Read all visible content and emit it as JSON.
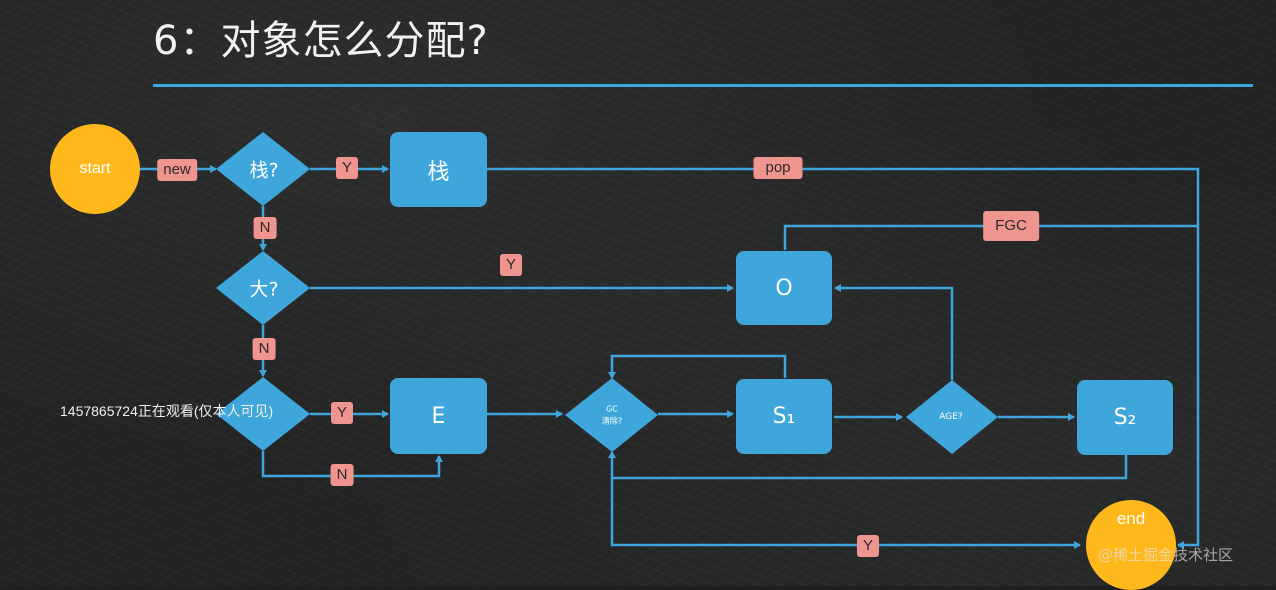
{
  "title": "6：对象怎么分配?",
  "nodes": {
    "start": "start",
    "end": "end",
    "stack_q": "栈?",
    "big_q": "大?",
    "stack_box": "栈",
    "old_box": "O",
    "eden_box": "E",
    "s1_box": "S₁",
    "s2_box": "S₂",
    "gc_q_line1": "GC",
    "gc_q_line2": "清除?",
    "age_q": "AGE?"
  },
  "labels": {
    "new": "new",
    "y_stack": "Y",
    "n_stack": "N",
    "pop": "pop",
    "fgc": "FGC",
    "y_big": "Y",
    "n_big": "N",
    "y_tlab": "Y",
    "n_tlab": "N",
    "y_gc": "Y"
  },
  "overlay_text": "1457865724正在观看(仅本人可见)",
  "watermark": "@稀土掘金技术社区",
  "colors": {
    "line": "#3ea6db",
    "box": "#3ea6db",
    "circle": "#ffb81c",
    "tag": "#f0948f",
    "background": "#222323"
  }
}
